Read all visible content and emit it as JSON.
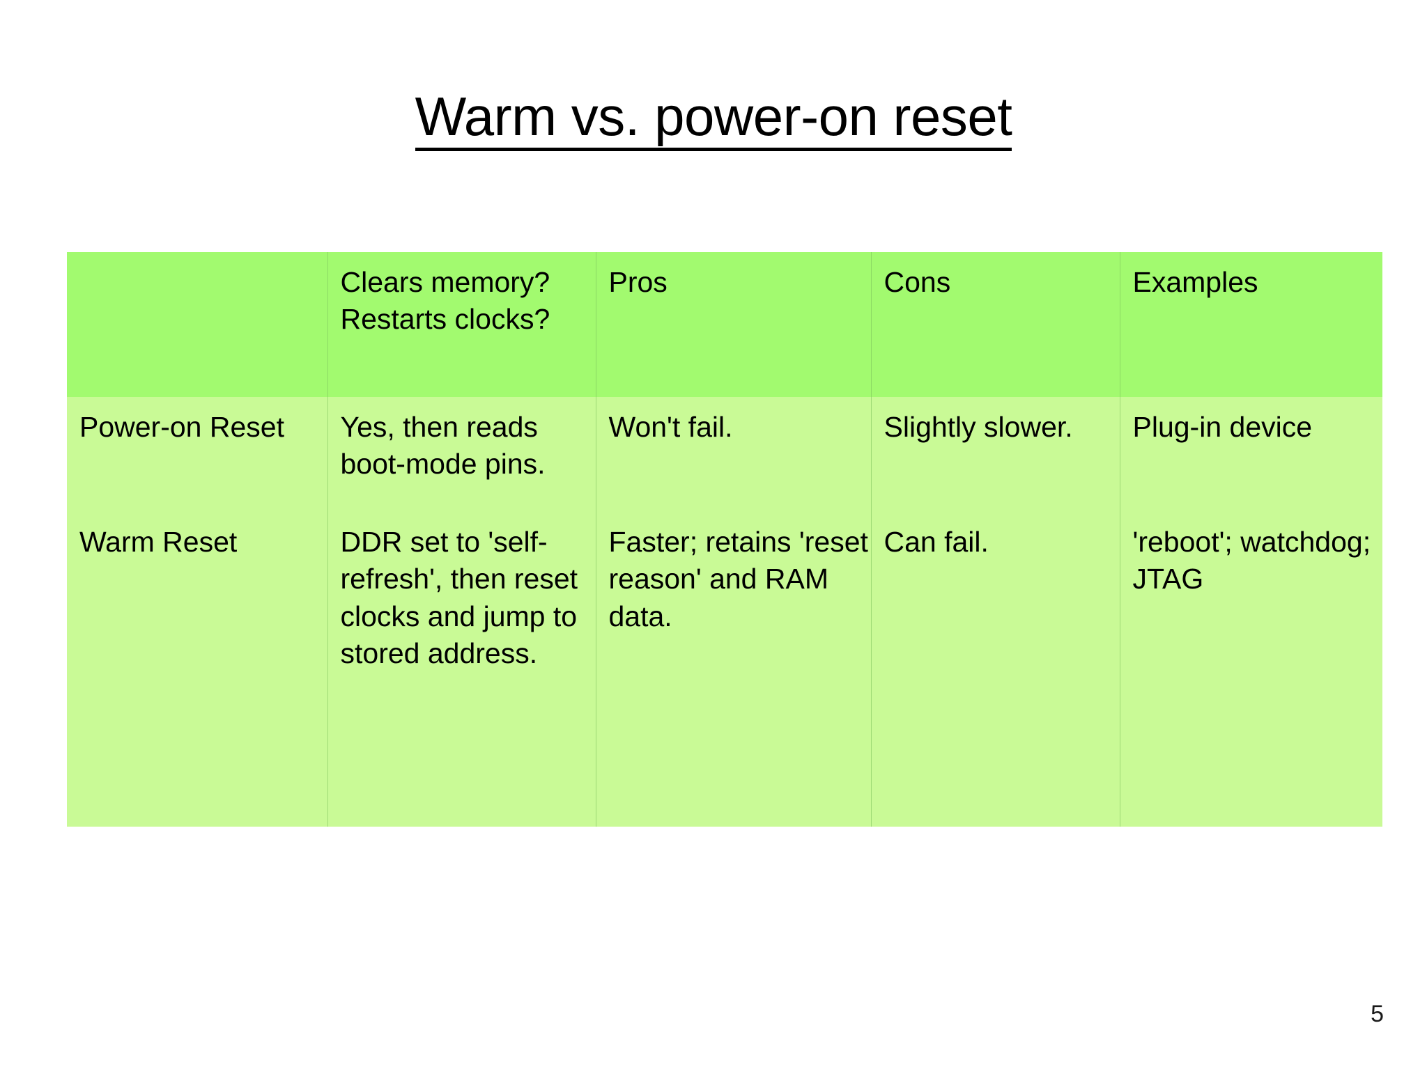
{
  "slide": {
    "title": "Warm vs. power-on reset",
    "page_number": "5",
    "colors": {
      "header_green": "#a2fa6f",
      "body_green": "#c9fa96",
      "text": "#000000",
      "background": "#ffffff"
    }
  },
  "table": {
    "headers": [
      "",
      "Clears memory? Restarts clocks?",
      "Pros",
      "Cons",
      "Examples"
    ],
    "header_cells": {
      "col1": "",
      "col2_line1": "Clears memory?",
      "col2_line2": "Restarts clocks?",
      "col3": "Pros",
      "col4": "Cons",
      "col5": "Examples"
    },
    "rows": [
      {
        "label": "Power-on Reset",
        "clears_memory": "Yes, then reads boot-mode pins.",
        "pros": "Won't fail.",
        "cons": "Slightly slower.",
        "examples": "Plug-in device"
      },
      {
        "label": "Warm Reset",
        "clears_memory": "DDR set to 'self-refresh', then reset clocks and jump to stored address.",
        "pros": "Faster; retains 'reset reason' and RAM data.",
        "cons": "Can fail.",
        "examples": "'reboot'; watchdog; JTAG"
      }
    ]
  }
}
